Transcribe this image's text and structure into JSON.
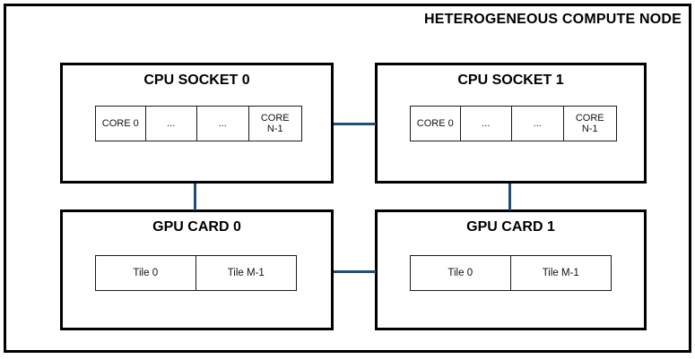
{
  "diagram": {
    "title": "HETEROGENEOUS COMPUTE NODE",
    "accent_color": "#1F4E79",
    "line_color": "#000000",
    "background": "#FFFFFF",
    "units": [
      {
        "id": "cpu0",
        "title": "CPU SOCKET 0",
        "kind": "cpu-socket",
        "cells": [
          "CORE 0",
          "...",
          "...",
          "CORE\nN-1"
        ]
      },
      {
        "id": "cpu1",
        "title": "CPU SOCKET 1",
        "kind": "cpu-socket",
        "cells": [
          "CORE 0",
          "...",
          "...",
          "CORE\nN-1"
        ]
      },
      {
        "id": "gpu0",
        "title": "GPU CARD 0",
        "kind": "gpu-card",
        "cells": [
          "Tile 0",
          "Tile M-1"
        ]
      },
      {
        "id": "gpu1",
        "title": "GPU CARD 1",
        "kind": "gpu-card",
        "cells": [
          "Tile 0",
          "Tile M-1"
        ]
      }
    ],
    "connections": [
      {
        "id": "link-cpu-cpu",
        "from": "cpu0",
        "to": "cpu1",
        "orientation": "horizontal"
      },
      {
        "id": "link-gpu-gpu",
        "from": "gpu0",
        "to": "gpu1",
        "orientation": "horizontal"
      },
      {
        "id": "link-cpu0-gpu0",
        "from": "cpu0",
        "to": "gpu0",
        "orientation": "vertical"
      },
      {
        "id": "link-cpu1-gpu1",
        "from": "cpu1",
        "to": "gpu1",
        "orientation": "vertical"
      }
    ]
  }
}
